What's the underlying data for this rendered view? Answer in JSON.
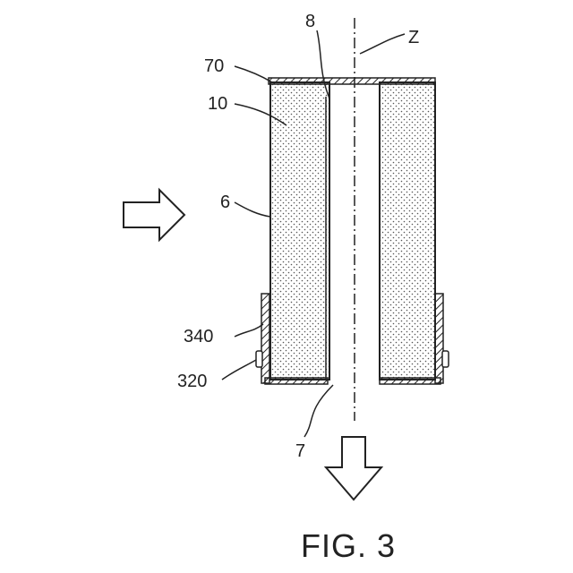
{
  "figure": {
    "caption": "FIG. 3",
    "labels": {
      "axis": "Z",
      "top_channel": "8",
      "top_plate": "70",
      "body": "10",
      "side_wall": "6",
      "clamp_upper": "340",
      "clamp_lower": "320",
      "outlet": "7"
    },
    "arrows": {
      "inflow": "inflow-arrow",
      "outflow": "outflow-arrow"
    },
    "colors": {
      "ink": "#222222",
      "background": "#ffffff"
    }
  }
}
